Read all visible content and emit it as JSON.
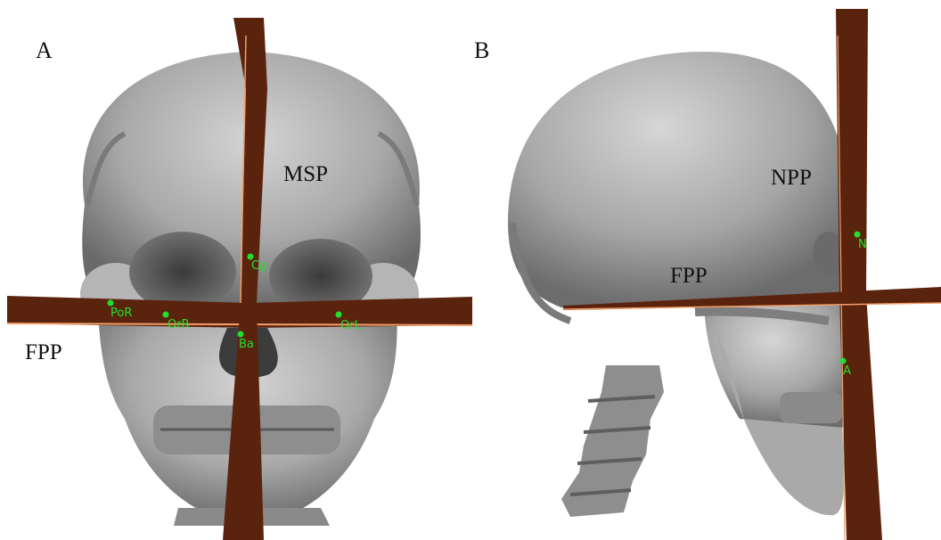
{
  "panels": [
    {
      "letter": "A",
      "view": "frontal",
      "plane_labels": {
        "msp": "MSP",
        "fpp": "FPP"
      },
      "landmarks": [
        "Cg",
        "PoR",
        "OrR",
        "OrL",
        "Ba"
      ]
    },
    {
      "letter": "B",
      "view": "lateral",
      "plane_labels": {
        "npp": "NPP",
        "fpp": "FPP"
      },
      "landmarks": [
        "N",
        "A"
      ]
    }
  ],
  "colors": {
    "plane": "#5a230e",
    "plane_edge": "#f2a06a",
    "landmark": "#22e02a",
    "bone": "#9c9c9c"
  }
}
